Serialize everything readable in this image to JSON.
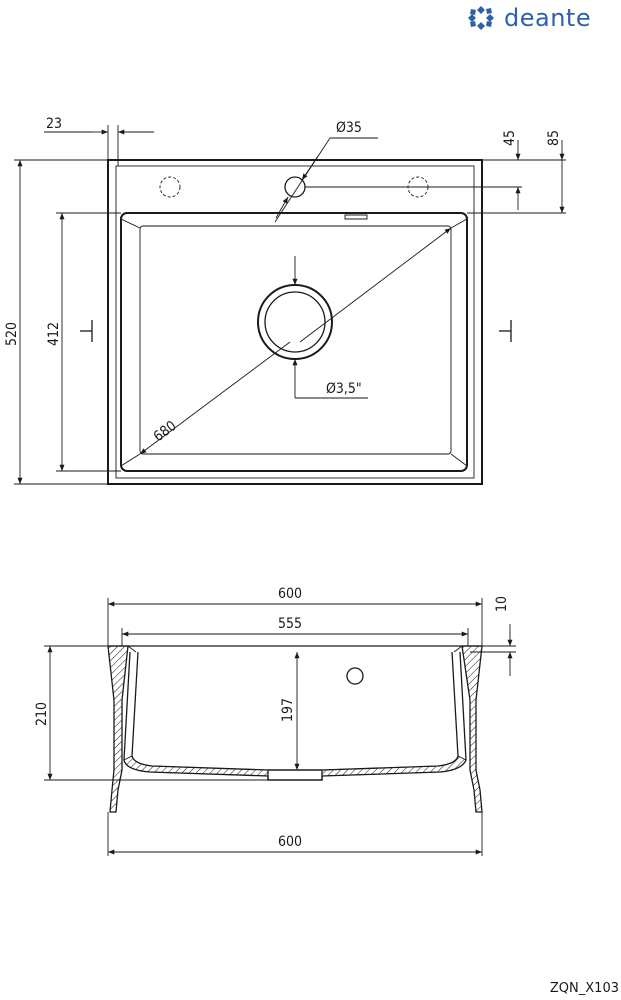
{
  "brand": {
    "name": "deante",
    "color": "#2c62a9",
    "logo_icon": "deante-flower-logo-icon"
  },
  "drawing_code": "ZQN_X103",
  "top_view": {
    "dimensions": {
      "rim_offset": "23",
      "tap_hole_diameter": "Ø35",
      "tap_hole_offset": "45",
      "bowl_offset": "85",
      "overall_depth": "520",
      "bowl_depth": "412",
      "diagonal": "680",
      "drain_diameter": "Ø3,5\""
    }
  },
  "front_section": {
    "dimensions": {
      "overall_width": "600",
      "bowl_width": "555",
      "rim_height": "10",
      "overall_height": "210",
      "bowl_height": "197",
      "bottom_width": "600"
    }
  }
}
